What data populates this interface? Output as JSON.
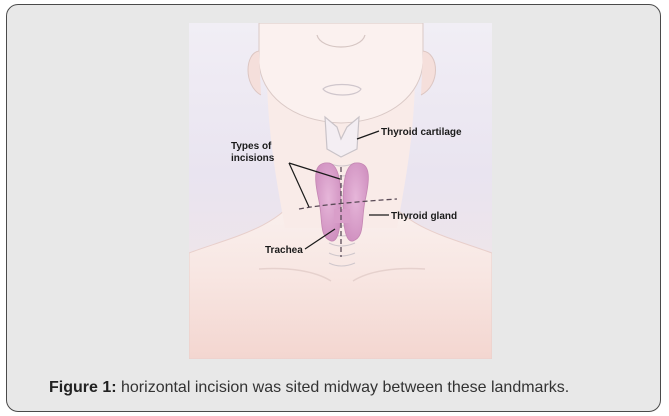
{
  "figure": {
    "caption_label": "Figure 1:",
    "caption_text": " horizontal incision was sited midway between these landmarks."
  },
  "diagram": {
    "labels": {
      "thyroid_cartilage": "Thyroid cartilage",
      "types_of_incisions_line1": "Types of",
      "types_of_incisions_line2": "incisions",
      "thyroid_gland": "Thyroid gland",
      "trachea": "Trachea"
    },
    "colors": {
      "skin": "#f6e0dc",
      "background_tint": "#ece8f2",
      "thyroid": "#d99ec9",
      "outline": "#c9c3c8"
    }
  }
}
